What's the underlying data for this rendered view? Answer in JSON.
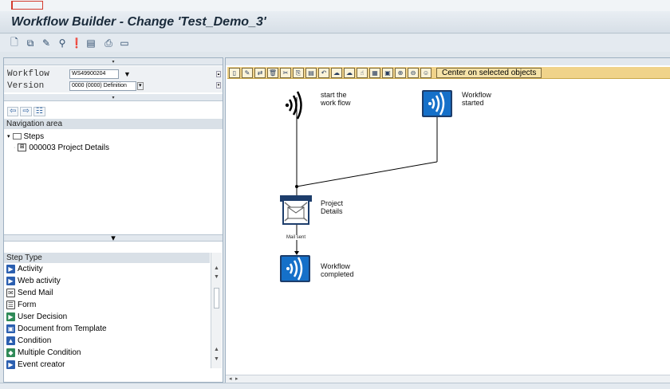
{
  "window": {
    "title": "Workflow Builder - Change 'Test_Demo_3'"
  },
  "app_toolbar": {
    "icons": [
      "new-document-icon",
      "other-object-icon",
      "edit-icon",
      "check-icon",
      "activate-icon",
      "tree-icon",
      "print-icon",
      "layout-icon"
    ]
  },
  "workflow_selector": {
    "workflow_label": "Workflow",
    "workflow_value": "WS49900204",
    "version_label": "Version",
    "version_value": "0000 (0000) Definition"
  },
  "navigation": {
    "header": "Navigation area",
    "root": "Steps",
    "items": [
      "000003 Project Details"
    ]
  },
  "step_types": {
    "header": "Step Type",
    "items": [
      {
        "label": "Activity",
        "icon": "activity-icon",
        "color": "#2b5fb0"
      },
      {
        "label": "Web activity",
        "icon": "web-activity-icon",
        "color": "#2b5fb0"
      },
      {
        "label": "Send Mail",
        "icon": "send-mail-icon",
        "color": "#ffffff"
      },
      {
        "label": "Form",
        "icon": "form-icon",
        "color": "#ffffff"
      },
      {
        "label": "User Decision",
        "icon": "user-decision-icon",
        "color": "#2f8a57"
      },
      {
        "label": "Document from Template",
        "icon": "document-template-icon",
        "color": "#2b5fb0"
      },
      {
        "label": "Condition",
        "icon": "condition-icon",
        "color": "#2b5fb0"
      },
      {
        "label": "Multiple Condition",
        "icon": "multiple-condition-icon",
        "color": "#2f8a57"
      },
      {
        "label": "Event creator",
        "icon": "event-creator-icon",
        "color": "#2b5fb0"
      }
    ]
  },
  "graphic_toolbar": {
    "center_button": "Center on selected objects"
  },
  "graph": {
    "nodes": [
      {
        "id": "start_event",
        "label_l1": "start the",
        "label_l2": "work flow"
      },
      {
        "id": "wf_started",
        "label_l1": "Workflow",
        "label_l2": "started"
      },
      {
        "id": "project_details",
        "label_l1": "Project",
        "label_l2": "Details"
      },
      {
        "id": "wf_completed",
        "label_l1": "Workflow",
        "label_l2": "completed"
      }
    ],
    "link_label": "Mail sent"
  },
  "colors": {
    "title_bar": "#dfe6ec",
    "graphic_toolbar": "#f0d38a",
    "wf_node_blue": "#1570c9"
  }
}
